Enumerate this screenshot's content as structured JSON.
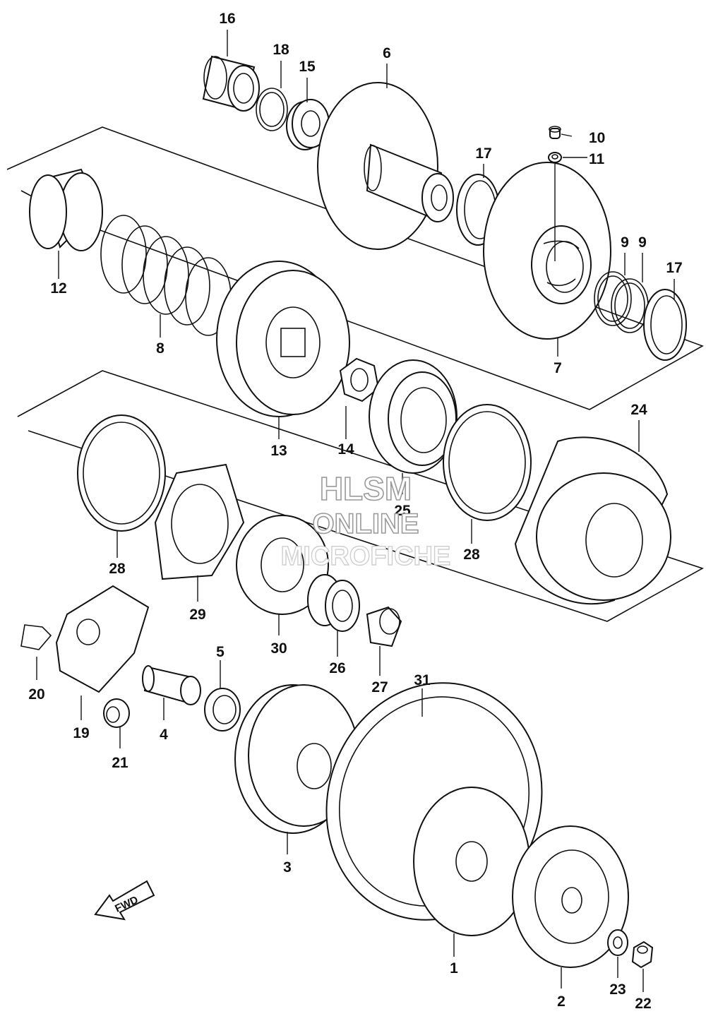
{
  "diagram": {
    "watermark": {
      "line1": "HLSM",
      "line2": "ONLINE",
      "line3": "MICROFICHE"
    },
    "direction_arrow": {
      "label": "FWD",
      "icon": "forward-arrow-icon"
    },
    "callouts": [
      "1",
      "2",
      "3",
      "4",
      "5",
      "6",
      "7",
      "8",
      "9",
      "9",
      "10",
      "11",
      "12",
      "13",
      "14",
      "15",
      "16",
      "17",
      "17",
      "18",
      "19",
      "20",
      "21",
      "22",
      "23",
      "24",
      "25",
      "26",
      "27",
      "28",
      "28",
      "29",
      "30",
      "31"
    ]
  }
}
